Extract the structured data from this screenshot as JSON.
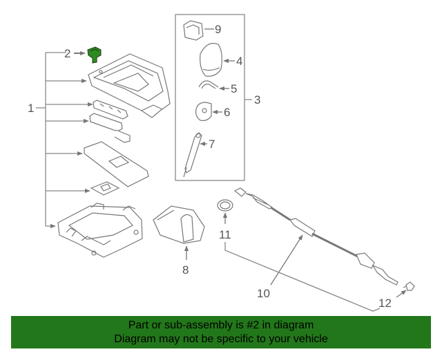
{
  "callouts": {
    "c1": "1",
    "c2": "2",
    "c3": "3",
    "c4": "4",
    "c5": "5",
    "c6": "6",
    "c7": "7",
    "c8": "8",
    "c9": "9",
    "c10": "10",
    "c11": "11",
    "c12": "12"
  },
  "banner": {
    "line1": "Part or sub-assembly is #2 in diagram",
    "line2": "Diagram may not be specific to your vehicle"
  },
  "colors": {
    "banner_bg": "#22771a",
    "highlight_part": "#2e8b22",
    "line": "#8a8a8a"
  }
}
